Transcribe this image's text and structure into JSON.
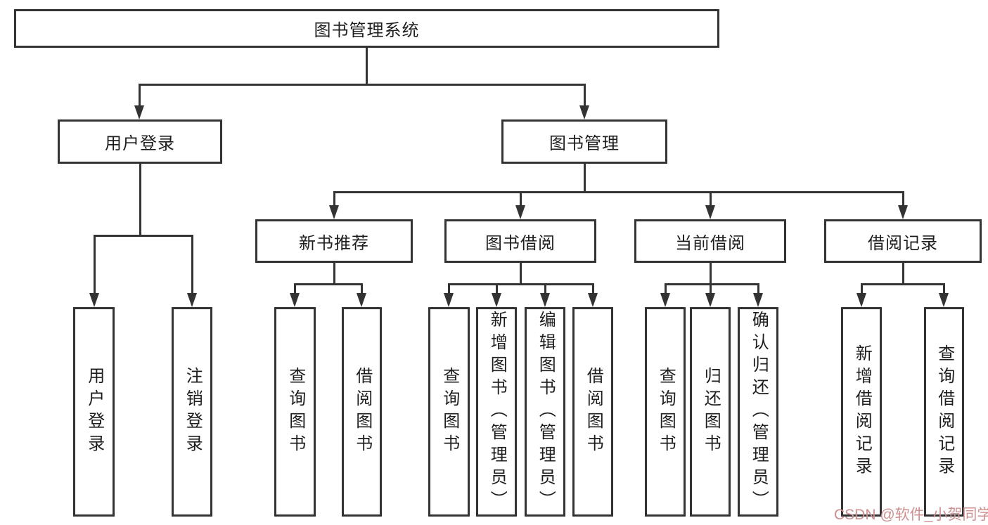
{
  "diagram_title": "图书管理系统",
  "tree": {
    "label": "图书管理系统",
    "children": [
      {
        "label": "用户登录",
        "children": [
          {
            "label": "用户登录"
          },
          {
            "label": "注销登录"
          }
        ]
      },
      {
        "label": "图书管理",
        "children": [
          {
            "label": "新书推荐",
            "children": [
              {
                "label": "查询图书"
              },
              {
                "label": "借阅图书"
              }
            ]
          },
          {
            "label": "图书借阅",
            "children": [
              {
                "label": "查询图书"
              },
              {
                "label": "新增图书（管理员）"
              },
              {
                "label": "编辑图书（管理员）"
              },
              {
                "label": "借阅图书"
              }
            ]
          },
          {
            "label": "当前借阅",
            "children": [
              {
                "label": "查询图书"
              },
              {
                "label": "归还图书"
              },
              {
                "label": "确认归还（管理员）"
              }
            ]
          },
          {
            "label": "借阅记录",
            "children": [
              {
                "label": "新增借阅记录"
              },
              {
                "label": "查询借阅记录"
              }
            ]
          }
        ]
      }
    ]
  },
  "watermark": {
    "text": "CSDN @软件_小贺同学",
    "color": "#cd8f8f"
  },
  "colors": {
    "background": "#ffffff",
    "line": "#333333",
    "box_border": "#333333",
    "text": "#1e1e1e"
  }
}
